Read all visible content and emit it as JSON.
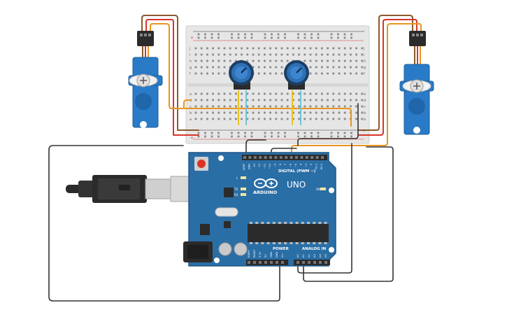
{
  "board": {
    "brand": "ARDUINO",
    "model": "UNO",
    "digital_label": "DIGITAL (PWM ~)",
    "power_label": "POWER",
    "analog_label": "ANALOG IN",
    "on_label": "ON",
    "tx_label": "TX",
    "rx_label": "RX",
    "l_label": "L",
    "aref_label": "AREF",
    "gnd_label": "GND",
    "digital_pins": [
      "13",
      "12",
      "~11",
      "~10",
      "~9",
      "8",
      "7",
      "~6",
      "~5",
      "4",
      "~3",
      "2",
      "TX 1",
      "RX 0"
    ],
    "power_pins": [
      "IOREF",
      "RESET",
      "3.3V",
      "5V",
      "GND",
      "GND",
      "Vin"
    ],
    "analog_pins": [
      "A0",
      "A1",
      "A2",
      "A3",
      "A4",
      "A5"
    ]
  },
  "breadboard": {
    "row_letters_top": [
      "j",
      "i",
      "h",
      "g",
      "f"
    ],
    "row_letters_bottom": [
      "e",
      "d",
      "c",
      "b",
      "a"
    ],
    "plus": "+",
    "minus": "-"
  },
  "colors": {
    "board": "#2a6ea6",
    "board_dark": "#1f5785",
    "servo": "#2a7bc7",
    "wire_brown": "#8a5a2b",
    "wire_red": "#d8342a",
    "wire_orange": "#e8951f",
    "wire_black": "#333333",
    "wire_yellow": "#e8c21f",
    "wire_cyan": "#6fc3d8",
    "pot": "#2f6fb3"
  }
}
